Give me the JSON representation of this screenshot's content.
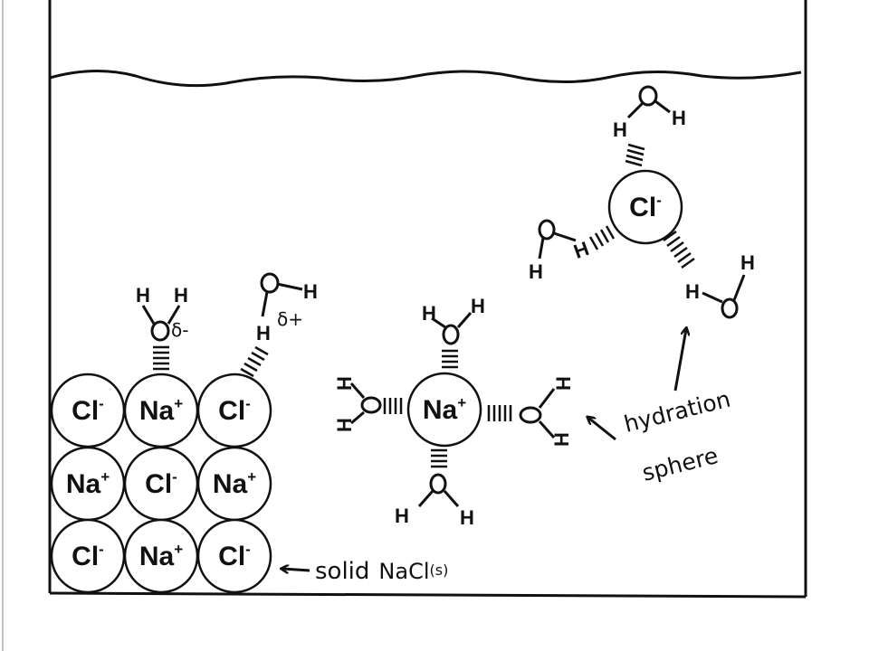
{
  "ions": {
    "cl_minus": "Cl",
    "na_plus": "Na",
    "minus_sup": "-",
    "plus_sup": "+"
  },
  "atoms": {
    "hydrogen": "H",
    "oxygen": "O",
    "hydrogen_bar": "I"
  },
  "charges": {
    "delta_minus": "δ-",
    "delta_plus": "δ+"
  },
  "labels": {
    "hydration_line1": "hydration",
    "hydration_line2": "sphere",
    "solid_prefix": "solid",
    "solid_formula": "NaCl",
    "solid_state": "(s)"
  },
  "colors": {
    "ink": "#111111",
    "paper": "#ffffff"
  }
}
